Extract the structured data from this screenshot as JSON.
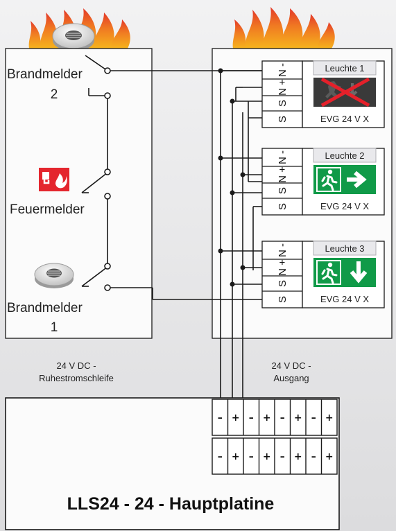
{
  "left_panel": {
    "detector2_line1": "Brandmelder",
    "detector2_line2": "2",
    "callpoint": "Feuermelder",
    "detector1_line1": "Brandmelder",
    "detector1_line2": "1"
  },
  "lamps": [
    {
      "name": "Leuchte 1",
      "evg": "EVG 24 V X",
      "sign": "failed"
    },
    {
      "name": "Leuchte 2",
      "evg": "EVG 24 V X",
      "sign": "arrow-right"
    },
    {
      "name": "Leuchte 3",
      "evg": "EVG 24 V X",
      "sign": "arrow-down"
    }
  ],
  "terminal_labels": [
    "N -",
    "N +",
    "S",
    "S"
  ],
  "loop_label_line1": "24 V DC -",
  "loop_label_line2": "Ruhestromschleife",
  "output_label_line1": "24 V DC -",
  "output_label_line2": "Ausgang",
  "board": {
    "title": "LLS24 - 24 - Hauptplatine",
    "terminals": [
      "–",
      "+",
      "–",
      "+",
      "–",
      "+",
      "–",
      "+"
    ]
  },
  "colors": {
    "sign_green": "#109a48",
    "failed_cross": "#e5202a",
    "flame_orange": "#f39c1e",
    "flame_red": "#e4422a",
    "callpoint_red": "#e4262e"
  }
}
